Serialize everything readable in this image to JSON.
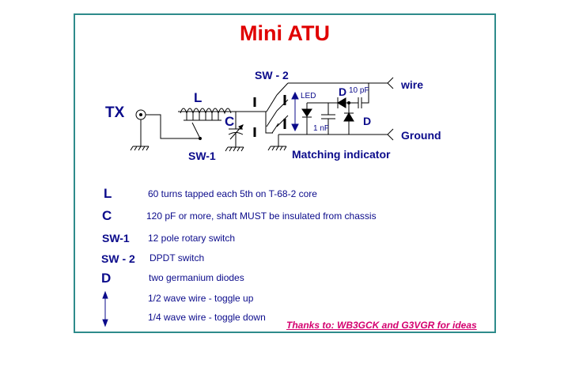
{
  "title": "Mini ATU",
  "labels": {
    "tx": "TX",
    "l": "L",
    "c": "C",
    "sw1": "SW-1",
    "sw2": "SW - 2",
    "led": "LED",
    "d_top": "D",
    "d_right": "D",
    "cap_10pf": "10 pF",
    "cap_1nf": "1 nF",
    "wire": "wire",
    "ground": "Ground",
    "matching": "Matching indicator"
  },
  "legend": [
    {
      "key": "L",
      "text": "60 turns tapped each 5th on T-68-2 core"
    },
    {
      "key": "C",
      "text": "120 pF or more, shaft MUST be insulated from chassis"
    },
    {
      "key": "SW-1",
      "text": "12 pole rotary switch"
    },
    {
      "key": "SW - 2",
      "text": "DPDT  switch"
    },
    {
      "key": "D",
      "text": "two germanium diodes"
    },
    {
      "key": "",
      "text": "1/2 wave wire - toggle up"
    },
    {
      "key": "",
      "text": "1/4 wave wire - toggle down"
    }
  ],
  "thanks": "Thanks to: WB3GCK and G3VGR for ideas",
  "colors": {
    "frame": "#2e8b8b",
    "title": "#e00000",
    "text": "#0b0b8b",
    "thanks": "#d4006f",
    "led_arrow": "#0b0b8b"
  }
}
